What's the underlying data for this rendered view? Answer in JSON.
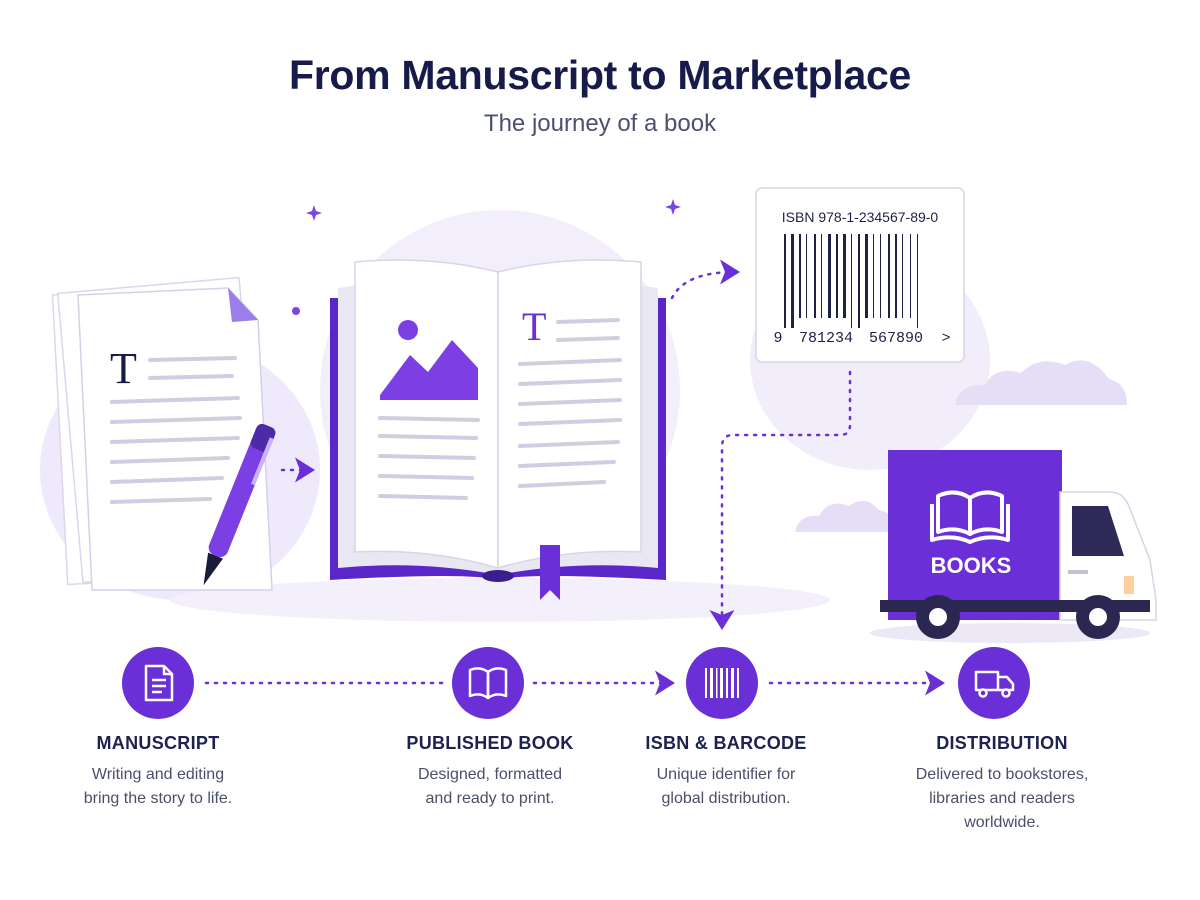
{
  "header": {
    "title": "From Manuscript to Marketplace",
    "subtitle": "The journey of a book"
  },
  "manuscript_art": {
    "letter": "T"
  },
  "book_art": {
    "letter": "T"
  },
  "isbn_card": {
    "isbn_text": "ISBN 978-1-234567-89-0",
    "barcode_left": "9",
    "barcode_mid": "781234",
    "barcode_right": "567890",
    "barcode_arrow": ">"
  },
  "truck": {
    "label": "BOOKS"
  },
  "steps": [
    {
      "title": "MANUSCRIPT",
      "desc": [
        "Writing and editing",
        "bring the story to life."
      ],
      "icon": "document-icon"
    },
    {
      "title": "PUBLISHED BOOK",
      "desc": [
        "Designed, formatted",
        "and ready to print."
      ],
      "icon": "open-book-icon"
    },
    {
      "title": "ISBN & BARCODE",
      "desc": [
        "Unique identifier for",
        "global distribution."
      ],
      "icon": "barcode-icon"
    },
    {
      "title": "DISTRIBUTION",
      "desc": [
        "Delivered to bookstores,",
        "libraries and readers",
        "worldwide."
      ],
      "icon": "truck-icon"
    }
  ],
  "colors": {
    "accent": "#6a2fd6",
    "accent_light": "#efeafb",
    "navy": "#161b49"
  }
}
